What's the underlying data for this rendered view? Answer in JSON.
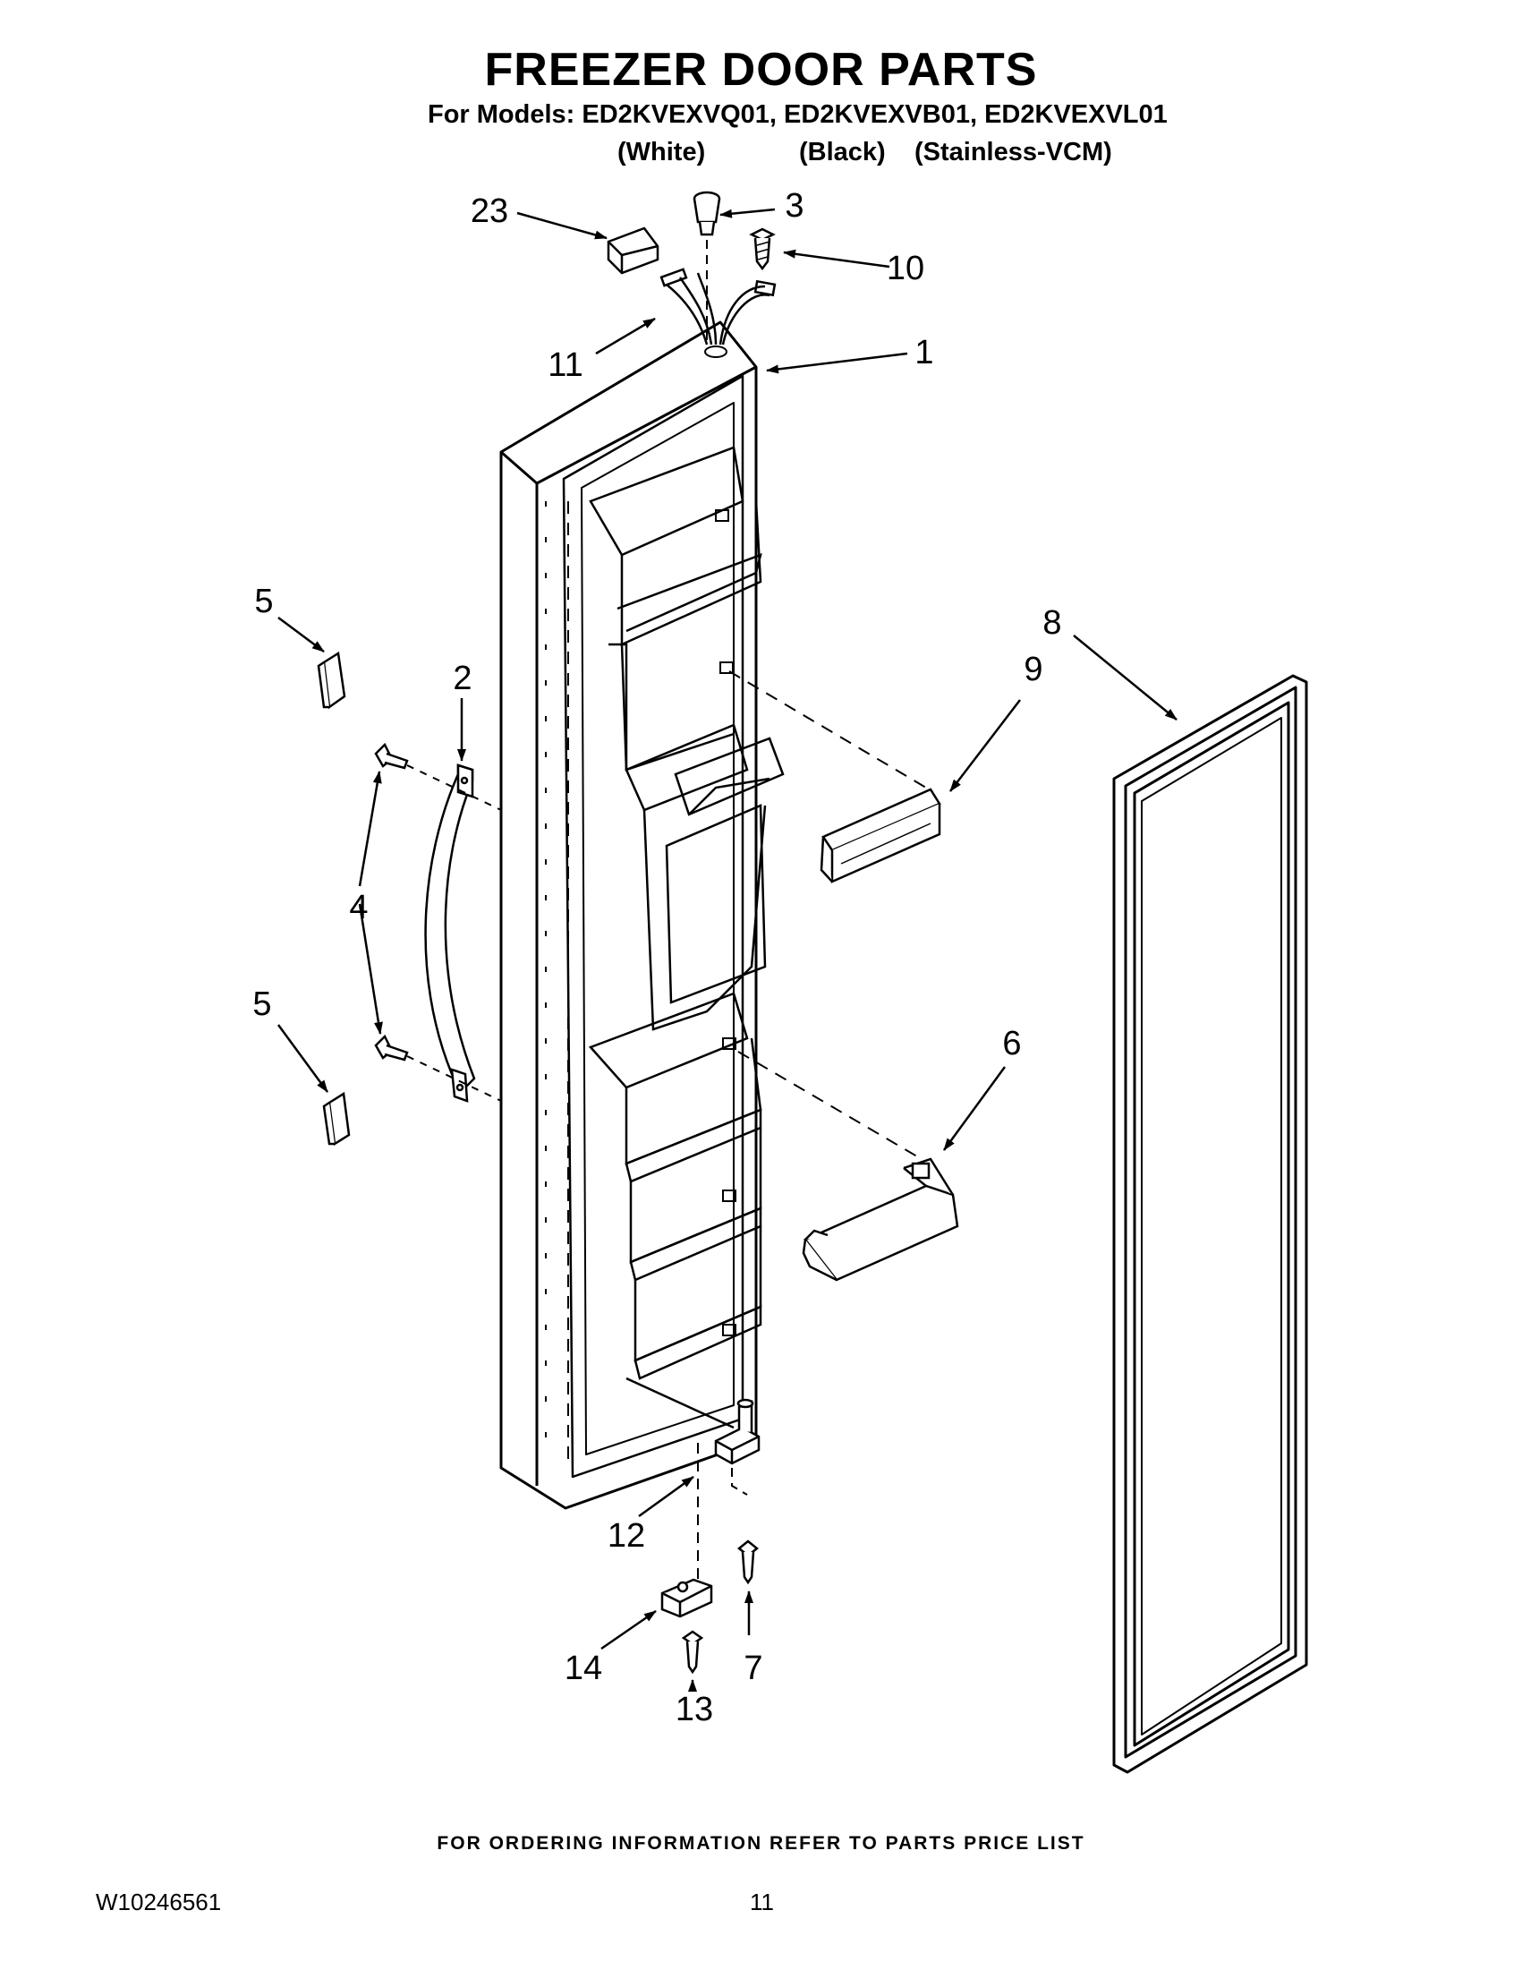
{
  "header": {
    "title": "FREEZER DOOR PARTS",
    "models_line": "For Models: ED2KVEXVQ01, ED2KVEXVB01, ED2KVEXVL01",
    "variants": [
      "(White)",
      "(Black)",
      "(Stainless-VCM)"
    ]
  },
  "callouts": [
    "23",
    "3",
    "10",
    "11",
    "1",
    "5",
    "2",
    "8",
    "9",
    "4",
    "5",
    "6",
    "12",
    "14",
    "7",
    "13"
  ],
  "footer": {
    "ordering_note": "FOR ORDERING INFORMATION REFER TO PARTS PRICE LIST",
    "document_id": "W10246561",
    "page_number": "11"
  }
}
